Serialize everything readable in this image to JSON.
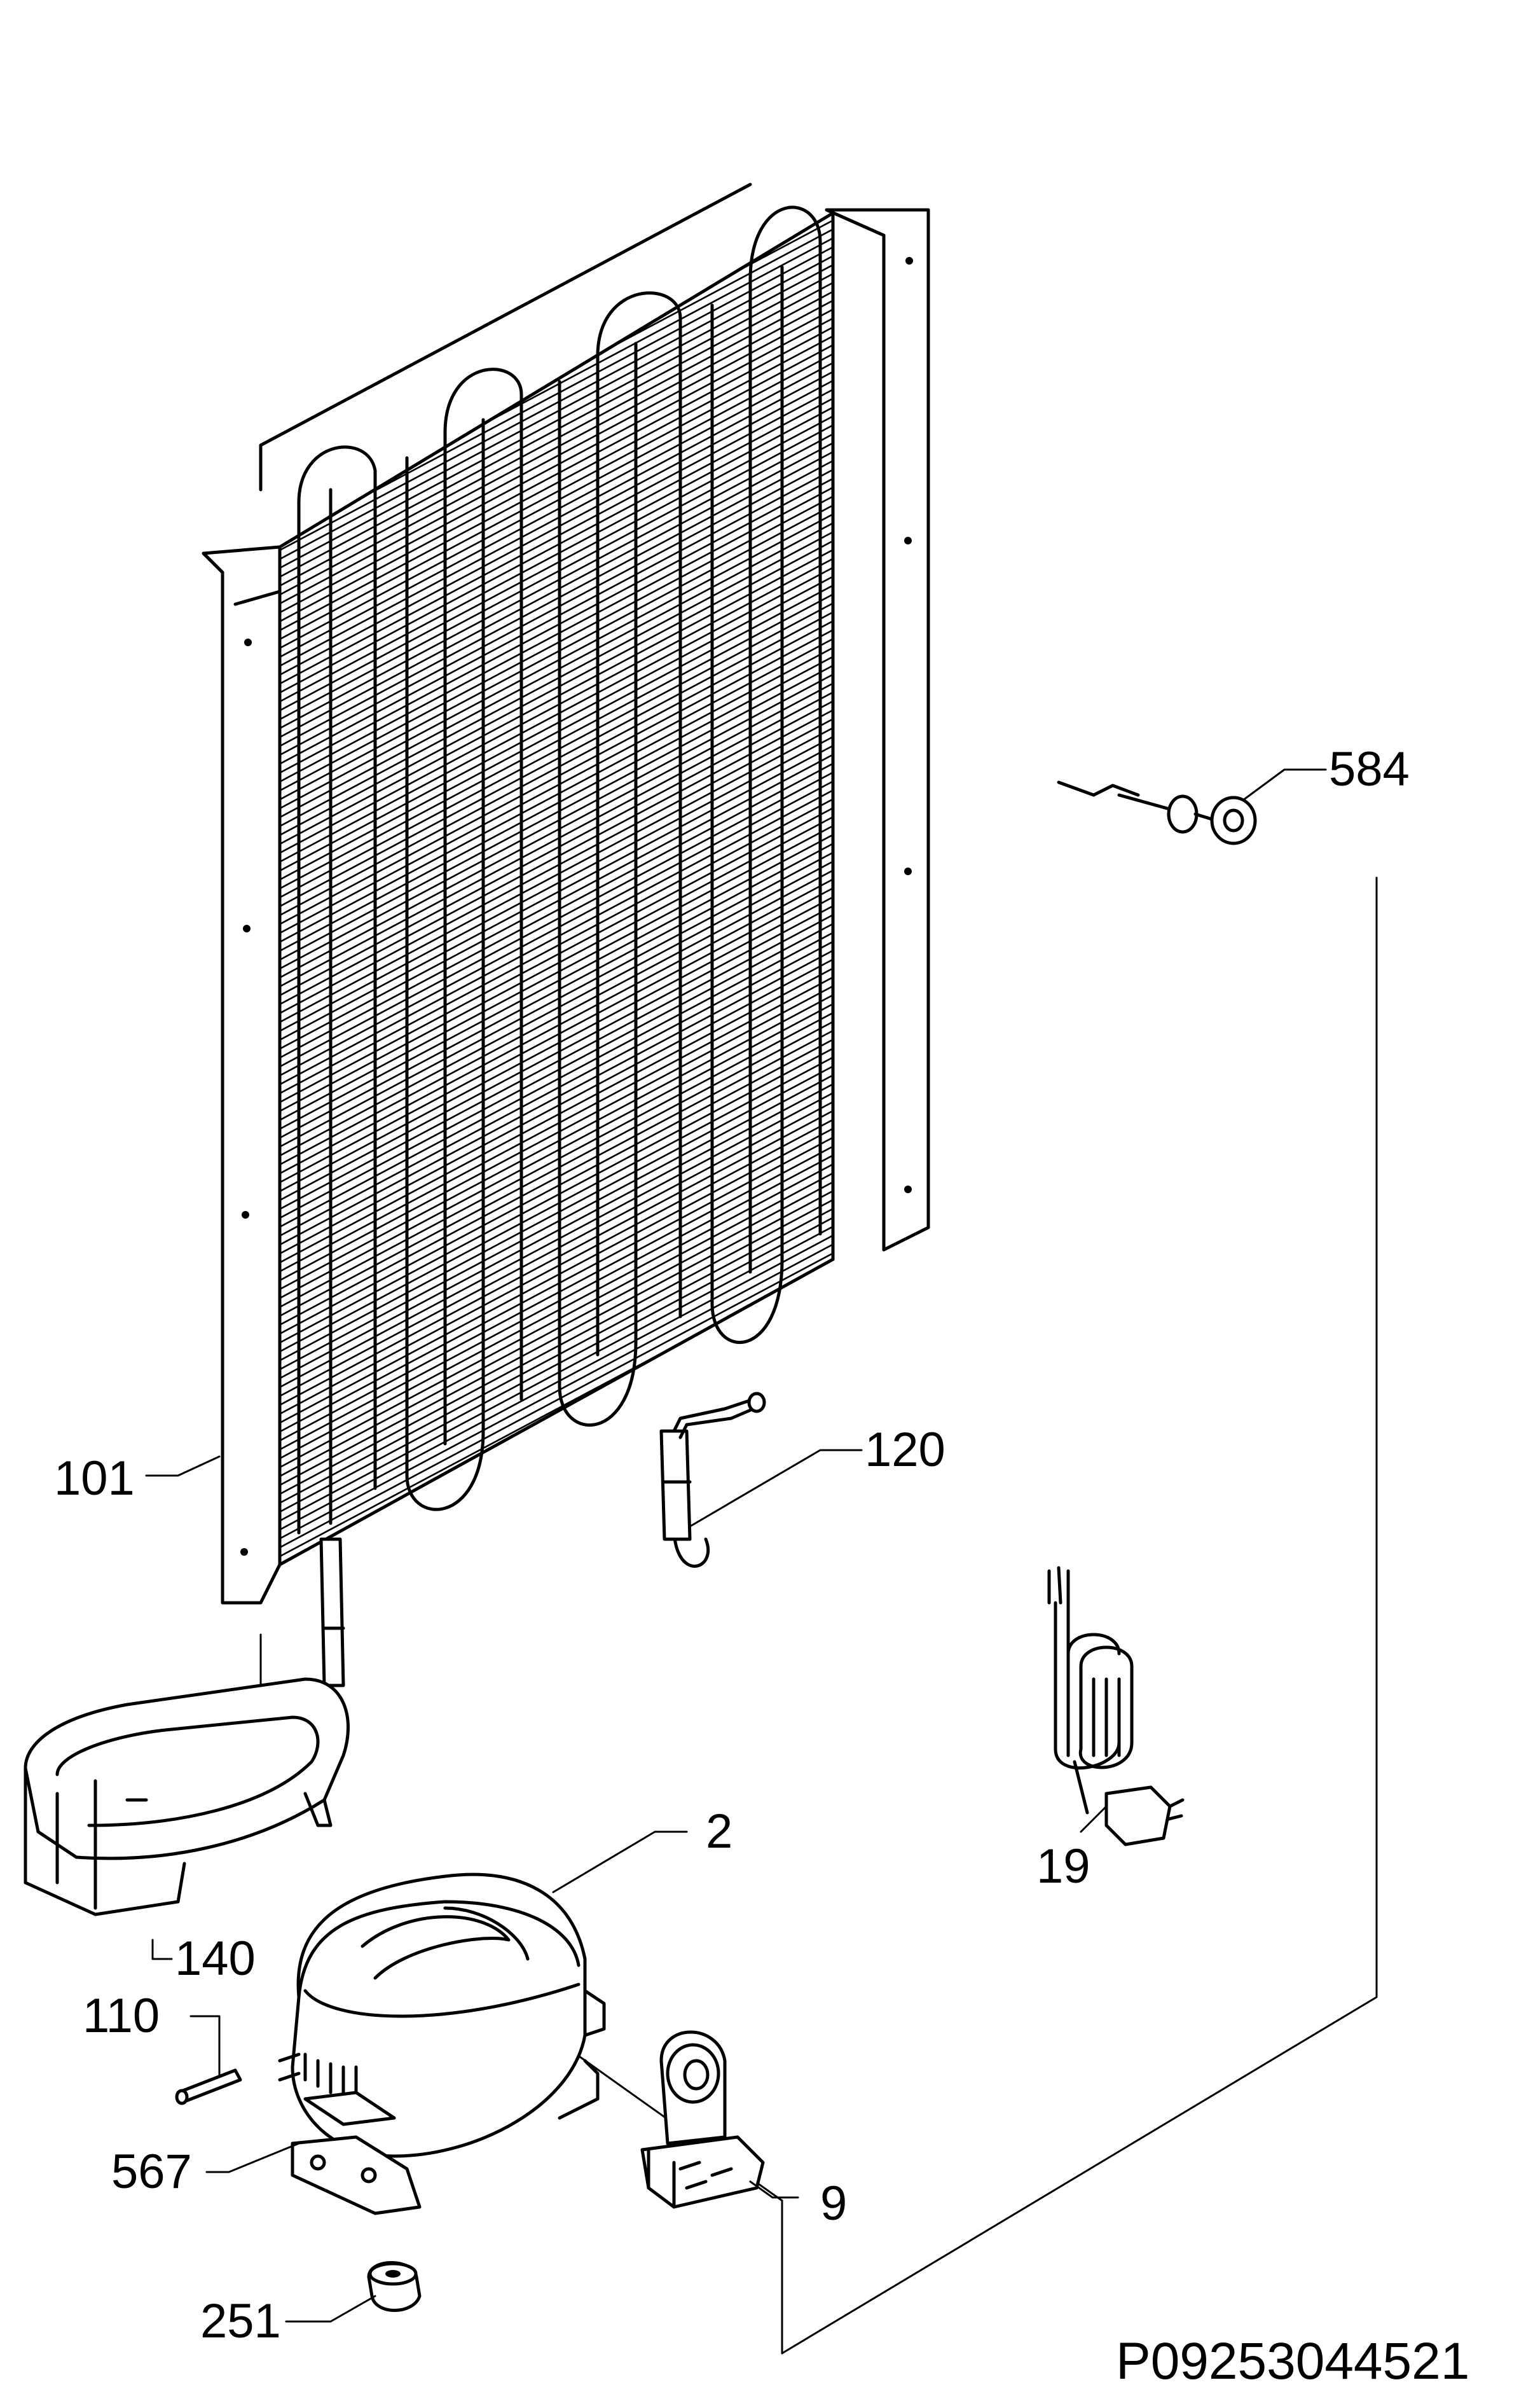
{
  "diagram": {
    "parts": [
      {
        "id": "584",
        "name": "sensor-clip"
      },
      {
        "id": "120",
        "name": "capillary-filter"
      },
      {
        "id": "101",
        "name": "condenser"
      },
      {
        "id": "2",
        "name": "compressor"
      },
      {
        "id": "19",
        "name": "mains-cable"
      },
      {
        "id": "140",
        "name": "drip-tray"
      },
      {
        "id": "110",
        "name": "pin"
      },
      {
        "id": "567",
        "name": "bracket"
      },
      {
        "id": "9",
        "name": "relay"
      },
      {
        "id": "251",
        "name": "grommet"
      }
    ],
    "code": "P09253044521"
  }
}
